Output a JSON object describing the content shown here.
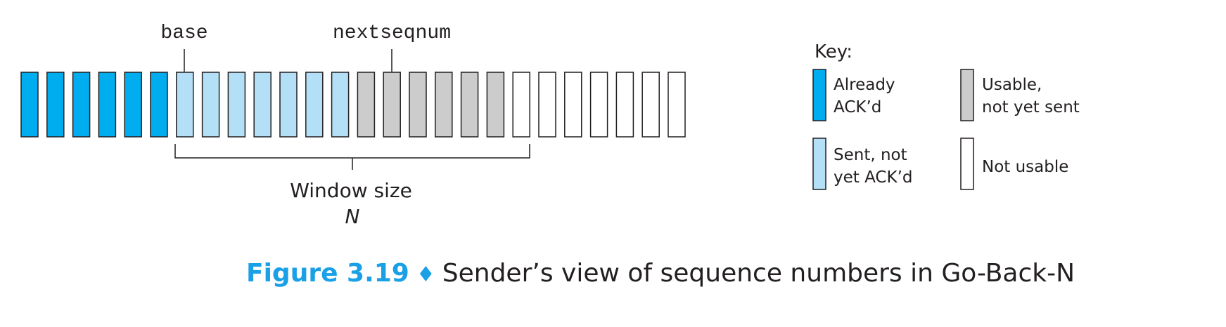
{
  "labels": {
    "base": "base",
    "nextseqnum": "nextseqnum",
    "window_size": "Window size",
    "window_var": "N"
  },
  "sequence": {
    "states": [
      "acked",
      "acked",
      "acked",
      "acked",
      "acked",
      "acked",
      "sent",
      "sent",
      "sent",
      "sent",
      "sent",
      "sent",
      "sent",
      "usable",
      "usable",
      "usable",
      "usable",
      "usable",
      "usable",
      "notusable",
      "notusable",
      "notusable",
      "notusable",
      "notusable",
      "notusable",
      "notusable"
    ]
  },
  "key": {
    "title": "Key:",
    "items": [
      {
        "state": "acked",
        "line1": "Already",
        "line2": "ACK’d"
      },
      {
        "state": "usable",
        "line1": "Usable,",
        "line2": "not yet sent"
      },
      {
        "state": "sent",
        "line1": "Sent, not",
        "line2": "yet ACK’d"
      },
      {
        "state": "notusable",
        "line1": "Not usable",
        "line2": ""
      }
    ]
  },
  "colors": {
    "acked": "#00aeef",
    "sent": "#b3e0f7",
    "usable": "#cccccc",
    "notusable": "#ffffff",
    "stroke": "#231f20",
    "caption_accent": "#1aa0e6"
  },
  "caption": {
    "number": "Figure 3.19",
    "separator": "♦",
    "text": "Sender’s view of sequence numbers in Go-Back-N"
  }
}
